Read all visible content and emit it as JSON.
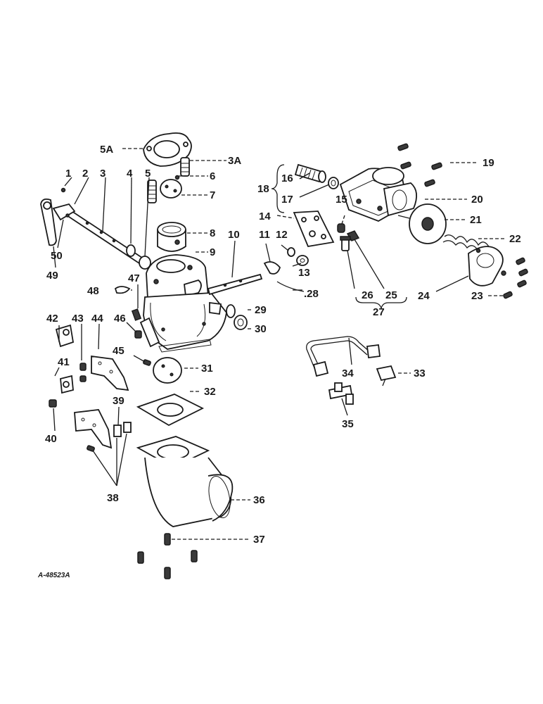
{
  "diagram": {
    "code": "A-48523A",
    "labels": {
      "1": "1",
      "2": "2",
      "3": "3",
      "3A": "3A",
      "4": "4",
      "5": "5",
      "5A": "5A",
      "6": "6",
      "7": "7",
      "8": "8",
      "9": "9",
      "10": "10",
      "11": "11",
      "12": "12",
      "13": "13",
      "14": "14",
      "15": "15",
      "16": "16",
      "17": "17",
      "18": "18",
      "19": "19",
      "20": "20",
      "21": "21",
      "22": "22",
      "23": "23",
      "24": "24",
      "25": "25",
      "26": "26",
      "27": "27",
      "28": ".28",
      "29": "29",
      "30": "30",
      "31": "31",
      "32": "32",
      "33": "33",
      "34": "34",
      "35": "35",
      "36": "36",
      "37": "37",
      "38": "38",
      "39": "39",
      "40": "40",
      "41": "41",
      "42": "42",
      "43": "43",
      "44": "44",
      "45": "45",
      "46": "46",
      "47": "47",
      "48": "48",
      "49": "49",
      "50": "50"
    }
  }
}
